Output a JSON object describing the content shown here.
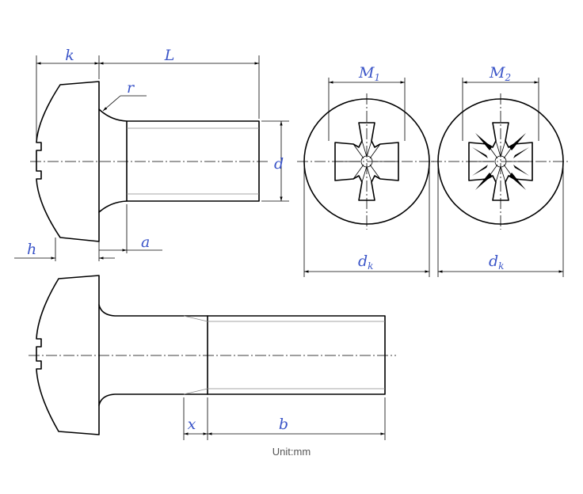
{
  "diagram": {
    "labels": {
      "k": "k",
      "L": "L",
      "r": "r",
      "d": "d",
      "h": "h",
      "a": "a",
      "M": "M",
      "M1_sub": "1",
      "M2_sub": "2",
      "dk": "d",
      "dk_sub": "k",
      "x": "x",
      "b": "b"
    },
    "accent_color": "#3b55c8",
    "line_color": "#000000"
  },
  "footer": {
    "unit": "Unit:mm"
  }
}
